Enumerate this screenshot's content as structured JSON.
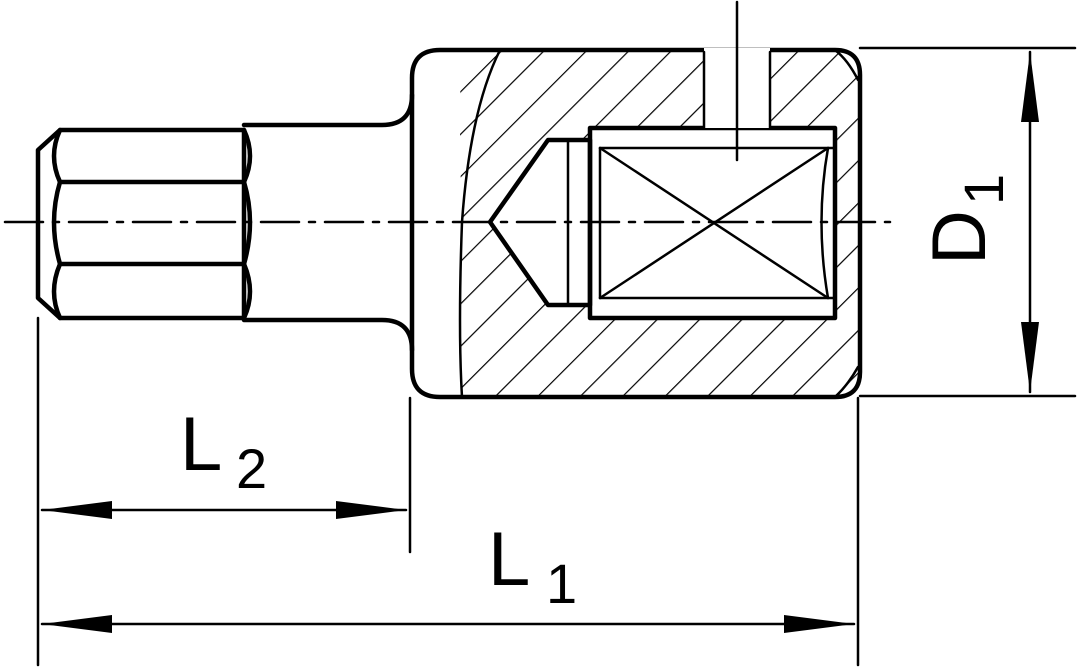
{
  "labels": {
    "l1_main": "L",
    "l1_sub": "1",
    "l2_main": "L",
    "l2_sub": "2",
    "d1_main": "D",
    "d1_sub": "1"
  },
  "colors": {
    "ink": "#000000",
    "paper": "#ffffff"
  }
}
